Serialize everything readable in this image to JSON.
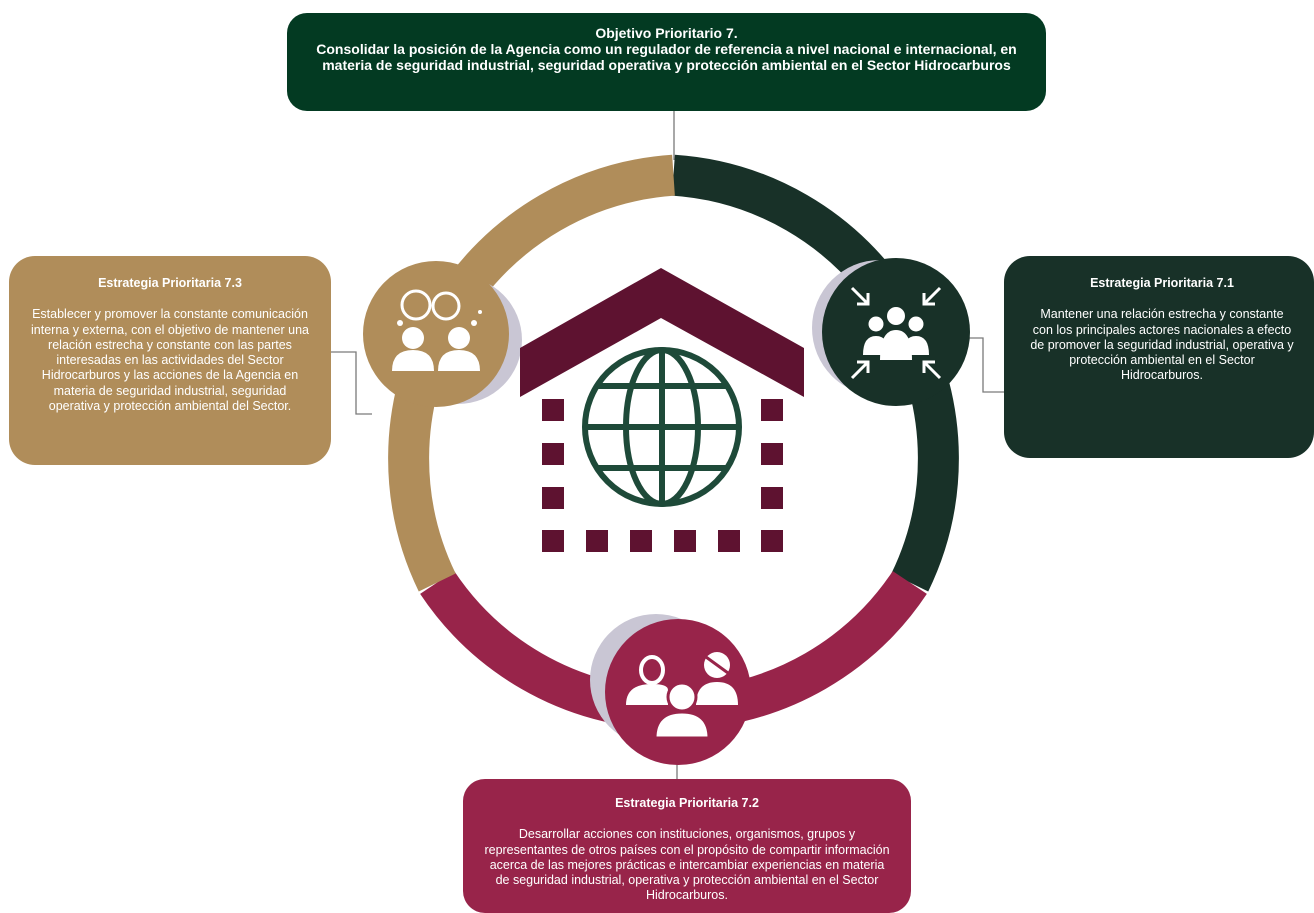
{
  "objective": {
    "title": "Objetivo Prioritario 7.",
    "text": "Consolidar la posición de la Agencia como un regulador de referencia a nivel nacional e internacional, en materia de seguridad industrial, seguridad operativa y protección ambiental en el Sector Hidrocarburos"
  },
  "strategies": {
    "s71": {
      "title": "Estrategia Prioritaria 7.1",
      "text": "Mantener una relación estrecha y constante con los principales actores nacionales a efecto de promover la seguridad industrial, operativa y protección ambiental en el Sector Hidrocarburos.",
      "color": "#183128",
      "icon": "group-converging-arrows-icon"
    },
    "s72": {
      "title": "Estrategia Prioritaria 7.2",
      "text": "Desarrollar acciones con instituciones, organismos, grupos y representantes de otros países con el propósito de compartir información acerca de las mejores prácticas e intercambiar experiencias en materia de seguridad industrial, operativa y protección ambiental en el Sector Hidrocarburos.",
      "color": "#98244a",
      "icon": "diverse-people-icon"
    },
    "s73": {
      "title": "Estrategia Prioritaria 7.3",
      "text": "Establecer y promover la constante comunicación interna y externa, con el objetivo de mantener una relación estrecha y constante con las partes interesadas en las actividades del Sector Hidrocarburos y las acciones de la Agencia en materia de seguridad industrial, seguridad operativa y protección ambiental del Sector.",
      "color": "#b08d5a",
      "icon": "conversation-people-icon"
    }
  },
  "center": {
    "icon": "building-globe-icon",
    "roof_color": "#5e1230",
    "globe_color": "#1e4a39"
  },
  "colors": {
    "objective": "#033a22",
    "ring_gold": "#b08d5a",
    "ring_green": "#183128",
    "ring_red": "#98244a",
    "shadow": "#c9c6d4",
    "connector": "#7a7a7a"
  }
}
